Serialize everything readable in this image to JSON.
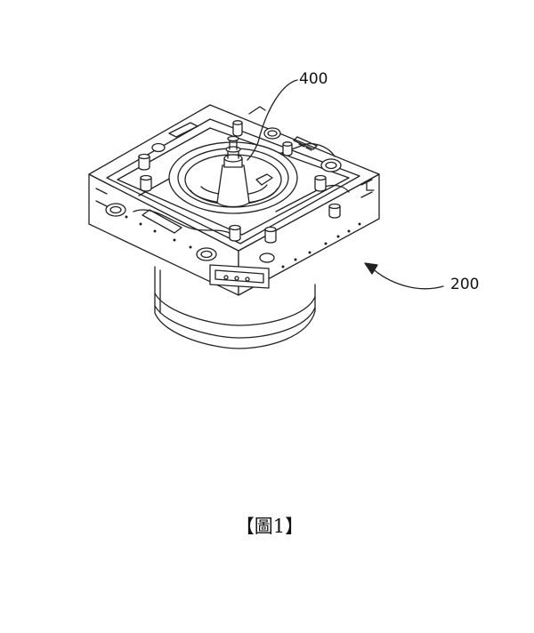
{
  "labels": {
    "part_400": "400",
    "part_200": "200"
  },
  "caption": "【圖1】"
}
